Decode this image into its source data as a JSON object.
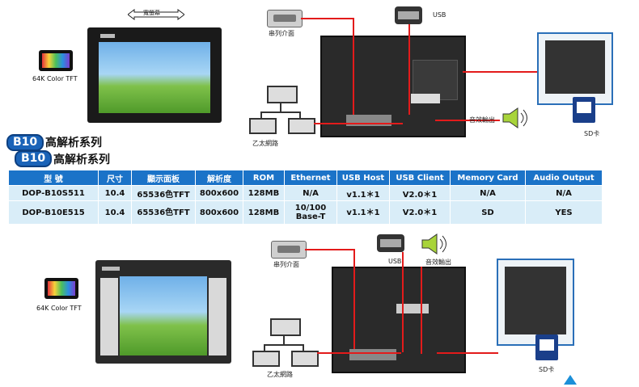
{
  "top": {
    "arrow_label": "寬螢幕",
    "tft_label": "64K Color  TFT",
    "serial_label": "串列介面",
    "usb_label": "USB",
    "ethernet_label": "乙太網路",
    "audio_label": "音效輸出",
    "sd_label": "SD卡"
  },
  "badges": {
    "b1": "B10",
    "b2": "B10",
    "series1": "高解析系列",
    "series2": "高解析系列"
  },
  "table": {
    "headers": [
      "型 號",
      "尺寸",
      "顯示面板",
      "解析度",
      "ROM",
      "Ethernet",
      "USB Host",
      "USB Client",
      "Memory Card",
      "Audio Output"
    ],
    "rows": [
      [
        "DOP-B10S511",
        "10.4",
        "65536色TFT",
        "800x600",
        "128MB",
        "N/A",
        "v1.1＊1",
        "V2.0＊1",
        "N/A",
        "N/A"
      ],
      [
        "DOP-B10E515",
        "10.4",
        "65536色TFT",
        "800x600",
        "128MB",
        "10/100 Base-T",
        "v1.1＊1",
        "V2.0＊1",
        "SD",
        "YES"
      ]
    ]
  },
  "bottom": {
    "tft_label": "64K Color  TFT",
    "serial_label": "串列介面",
    "usb_label": "USB",
    "audio_label": "音效輸出",
    "ethernet_label": "乙太網路",
    "sd_label": "SD卡"
  },
  "colors": {
    "accent": "#1b73c8",
    "connector_line": "#e31b1b",
    "row_bg": "#d9edf8"
  }
}
